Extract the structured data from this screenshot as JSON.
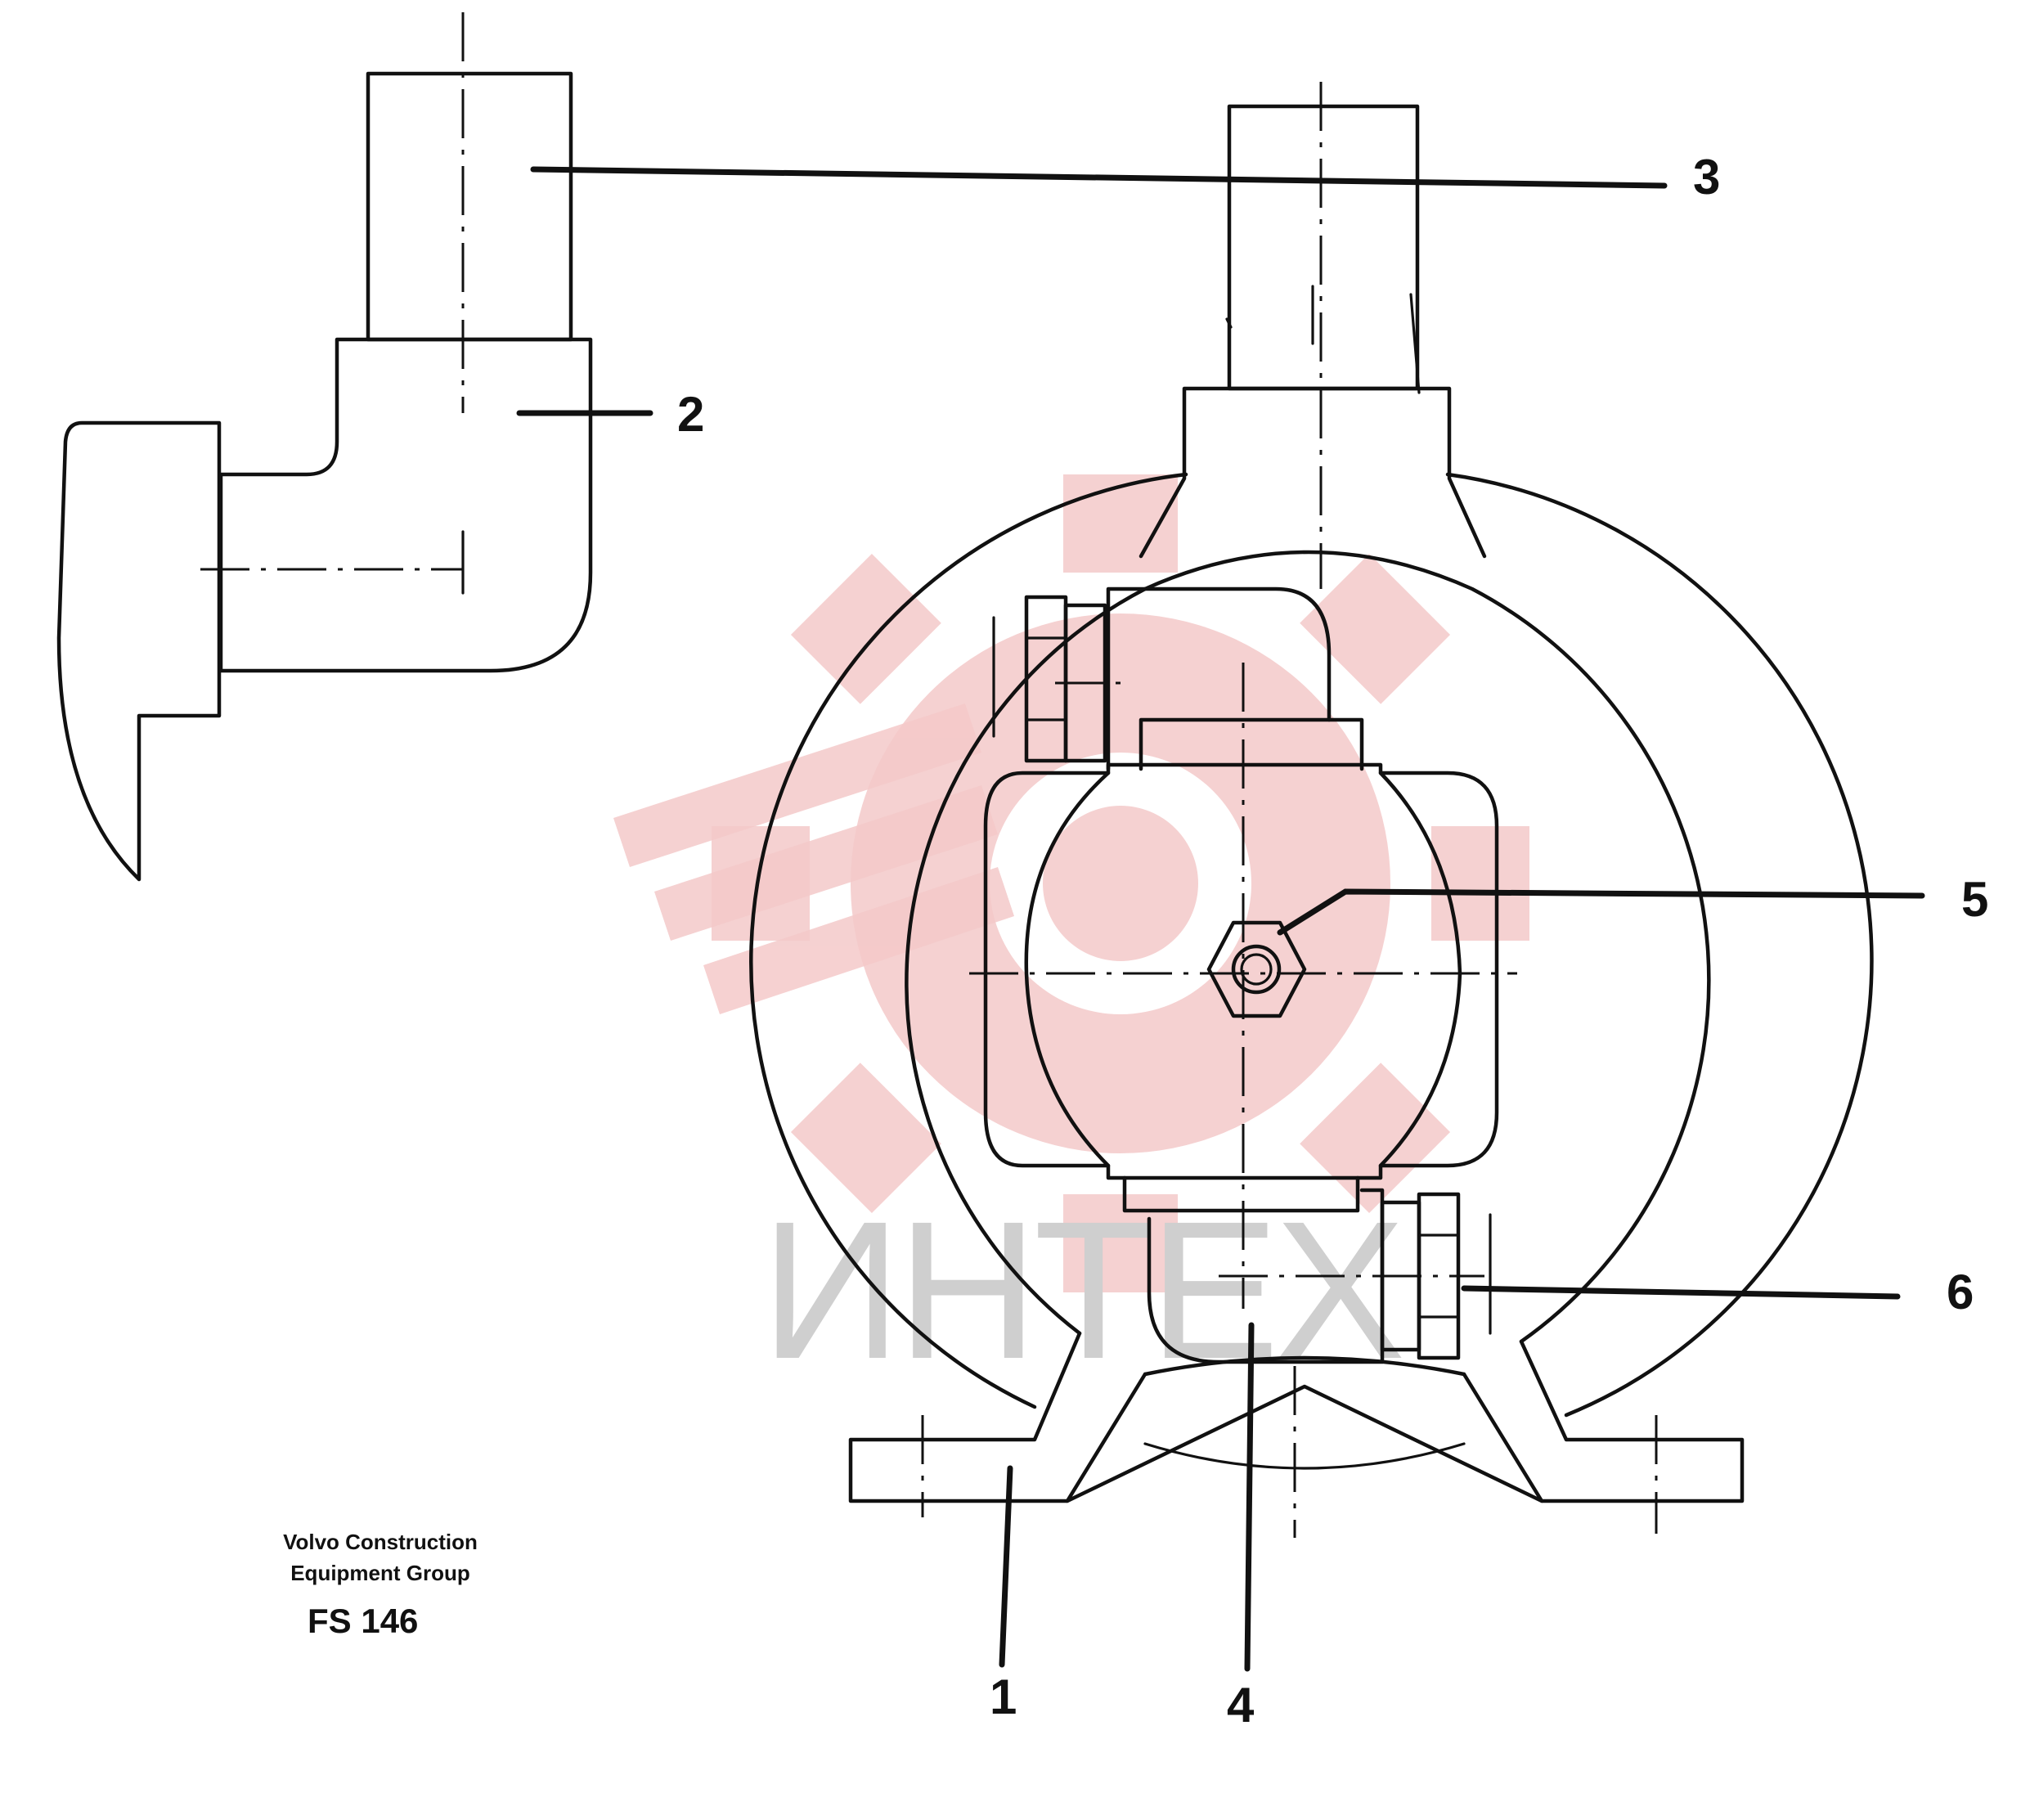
{
  "caption": {
    "company_line1": "Volvo Construction",
    "company_line2": "Equipment Group",
    "drawing_code": "FS 146"
  },
  "callouts": [
    {
      "id": "1",
      "label": "1"
    },
    {
      "id": "2",
      "label": "2"
    },
    {
      "id": "3",
      "label": "3"
    },
    {
      "id": "4",
      "label": "4"
    },
    {
      "id": "5",
      "label": "5"
    },
    {
      "id": "6",
      "label": "6"
    }
  ],
  "watermark": {
    "text": "ИНТЕХ",
    "gear_color": "#f4c9c9",
    "text_color": "#cfcfcf"
  }
}
